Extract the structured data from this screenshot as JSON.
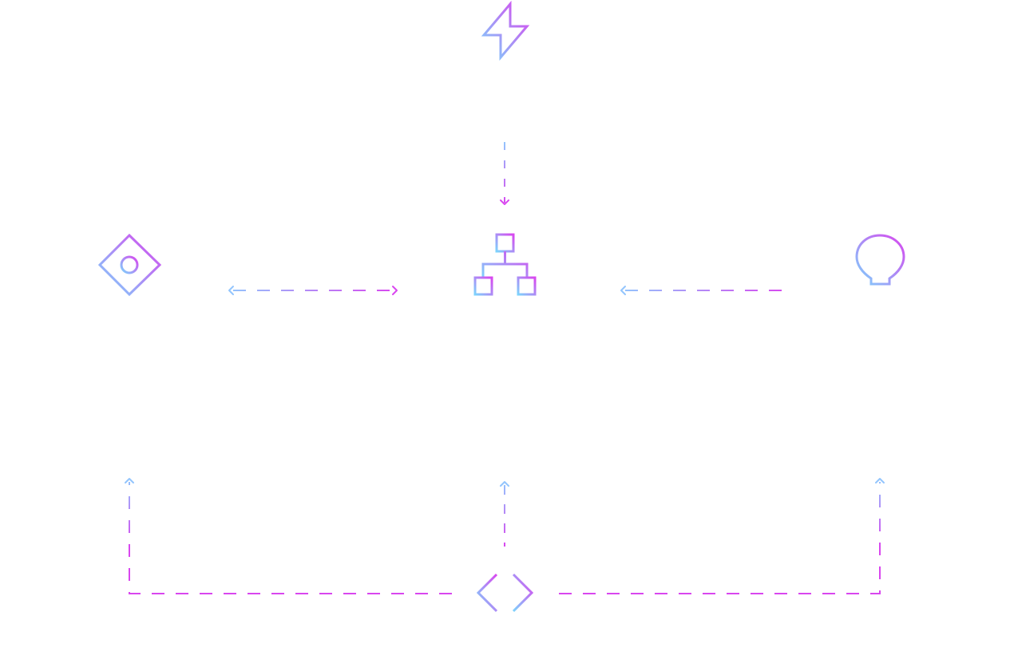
{
  "colors": {
    "gradient_start": "#7dd3fc",
    "gradient_end": "#d946ef",
    "background": "#ffffff"
  },
  "nodes": [
    {
      "id": "top",
      "icon": "lightning-bolt-icon"
    },
    {
      "id": "center",
      "icon": "hierarchy-tree-icon"
    },
    {
      "id": "left",
      "icon": "diamond-target-icon"
    },
    {
      "id": "right",
      "icon": "lightbulb-icon"
    },
    {
      "id": "bottom",
      "icon": "code-brackets-icon"
    }
  ],
  "edges": [
    {
      "from": "top",
      "to": "center",
      "direction": "one-way"
    },
    {
      "from": "left",
      "to": "center",
      "direction": "two-way"
    },
    {
      "from": "right",
      "to": "center",
      "direction": "one-way"
    },
    {
      "from": "bottom",
      "to": "center",
      "direction": "one-way"
    },
    {
      "from": "bottom",
      "to": "left",
      "direction": "one-way"
    },
    {
      "from": "bottom",
      "to": "right",
      "direction": "one-way"
    }
  ]
}
